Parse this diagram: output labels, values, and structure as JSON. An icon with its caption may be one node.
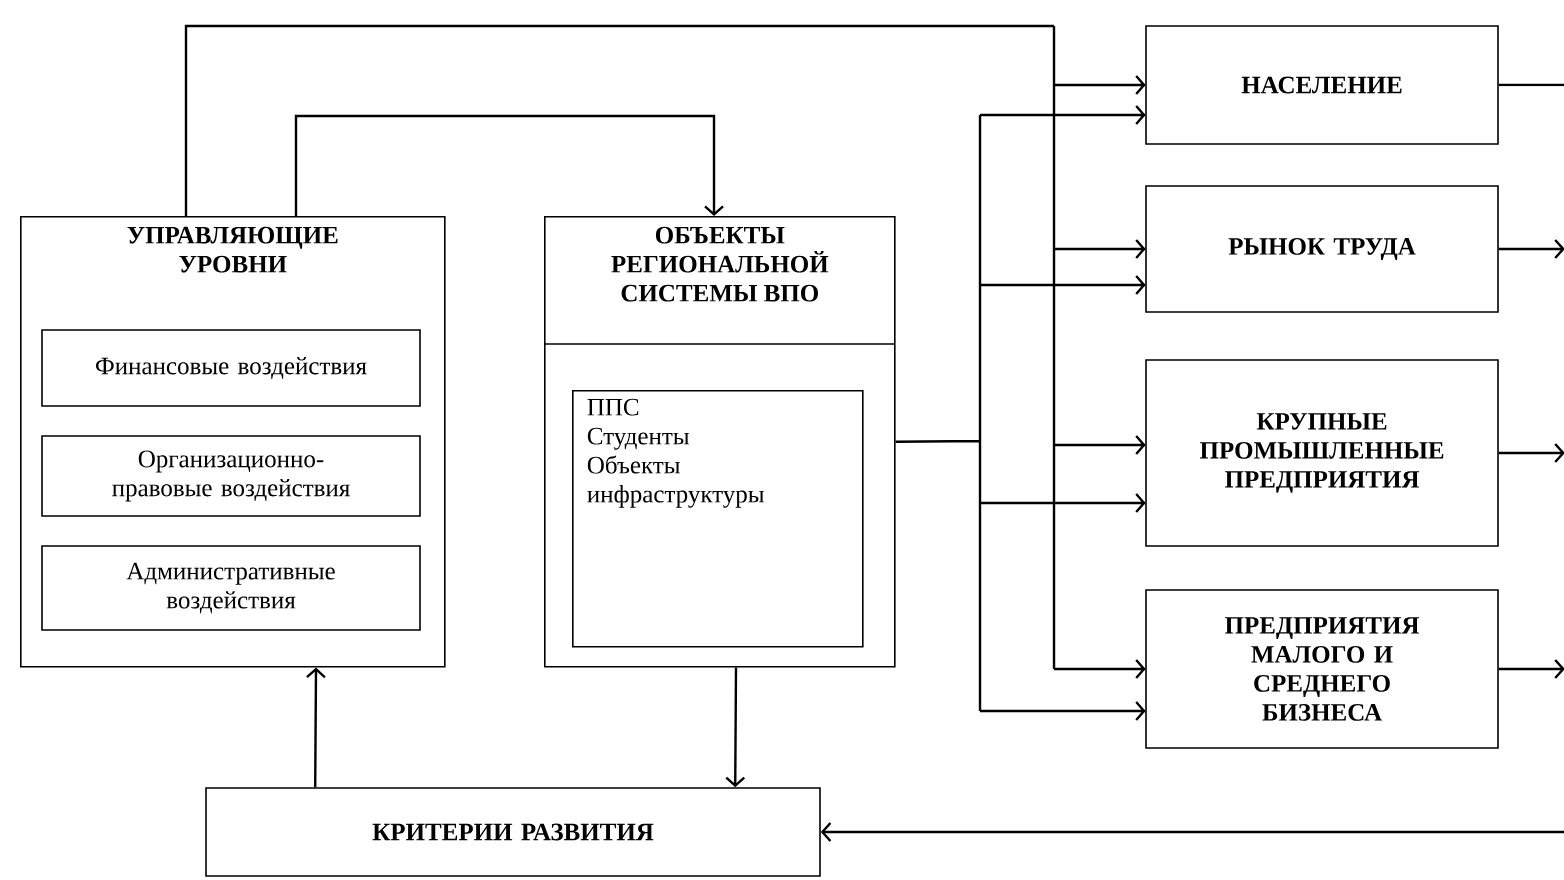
{
  "diagram": {
    "nodes": [
      {
        "text": [
          "УПРАВЛЯЮЩИЕ УРОВНИ"
        ]
      },
      {
        "text": [
          "Финансовые воздействия"
        ],
        "in": 0
      },
      {
        "text": [
          "Организационно-правовые воздействия"
        ],
        "in": 0
      },
      {
        "text": [
          "Административные воздействия"
        ],
        "in": 0
      },
      {
        "text": [
          "ОБЪЕКТЫ РЕГИОНАЛЬНОЙ СИСТЕМЫ ВПО"
        ]
      },
      {
        "text": [
          "ППС",
          "Студенты",
          "Объекты инфраструктуры"
        ],
        "in": 4
      },
      {
        "text": [
          "НАСЕЛЕНИЕ"
        ]
      },
      {
        "text": [
          "РЫНОК ТРУДА"
        ]
      },
      {
        "text": [
          "КРУПНЫЕ ПРОМЫШЛЕННЫЕ ПРЕДПРИЯТИЯ"
        ]
      },
      {
        "text": [
          "ПРЕДПРИЯТИЯ МАЛОГО И СРЕДНЕГО БИЗНЕСА"
        ]
      },
      {
        "text": [
          "КРИТЕРИИ РАЗВИТИЯ"
        ]
      }
    ],
    "edges": [
      {
        "from": 0,
        "to": 6,
        "arrow": "to"
      },
      {
        "from": 0,
        "to": 7,
        "arrow": "to"
      },
      {
        "from": 0,
        "to": 8,
        "arrow": "to"
      },
      {
        "from": 0,
        "to": 9,
        "arrow": "to"
      },
      {
        "from": 0,
        "to": 4,
        "arrow": "to"
      },
      {
        "from": 4,
        "to": 6,
        "arrow": "to"
      },
      {
        "from": 4,
        "to": 7,
        "arrow": "to"
      },
      {
        "from": 4,
        "to": 8,
        "arrow": "to"
      },
      {
        "from": 4,
        "to": 9,
        "arrow": "to"
      },
      {
        "from": 4,
        "to": 10,
        "arrow": "to"
      },
      {
        "from": 10,
        "to": 0,
        "arrow": "to"
      },
      {
        "from": 6,
        "to": null,
        "arrow": "none"
      },
      {
        "from": 7,
        "to": null,
        "arrow": "to"
      },
      {
        "from": 8,
        "to": null,
        "arrow": "to"
      },
      {
        "from": 9,
        "to": null,
        "arrow": "to"
      },
      {
        "from": null,
        "to": 10,
        "arrow": "to"
      }
    ]
  }
}
